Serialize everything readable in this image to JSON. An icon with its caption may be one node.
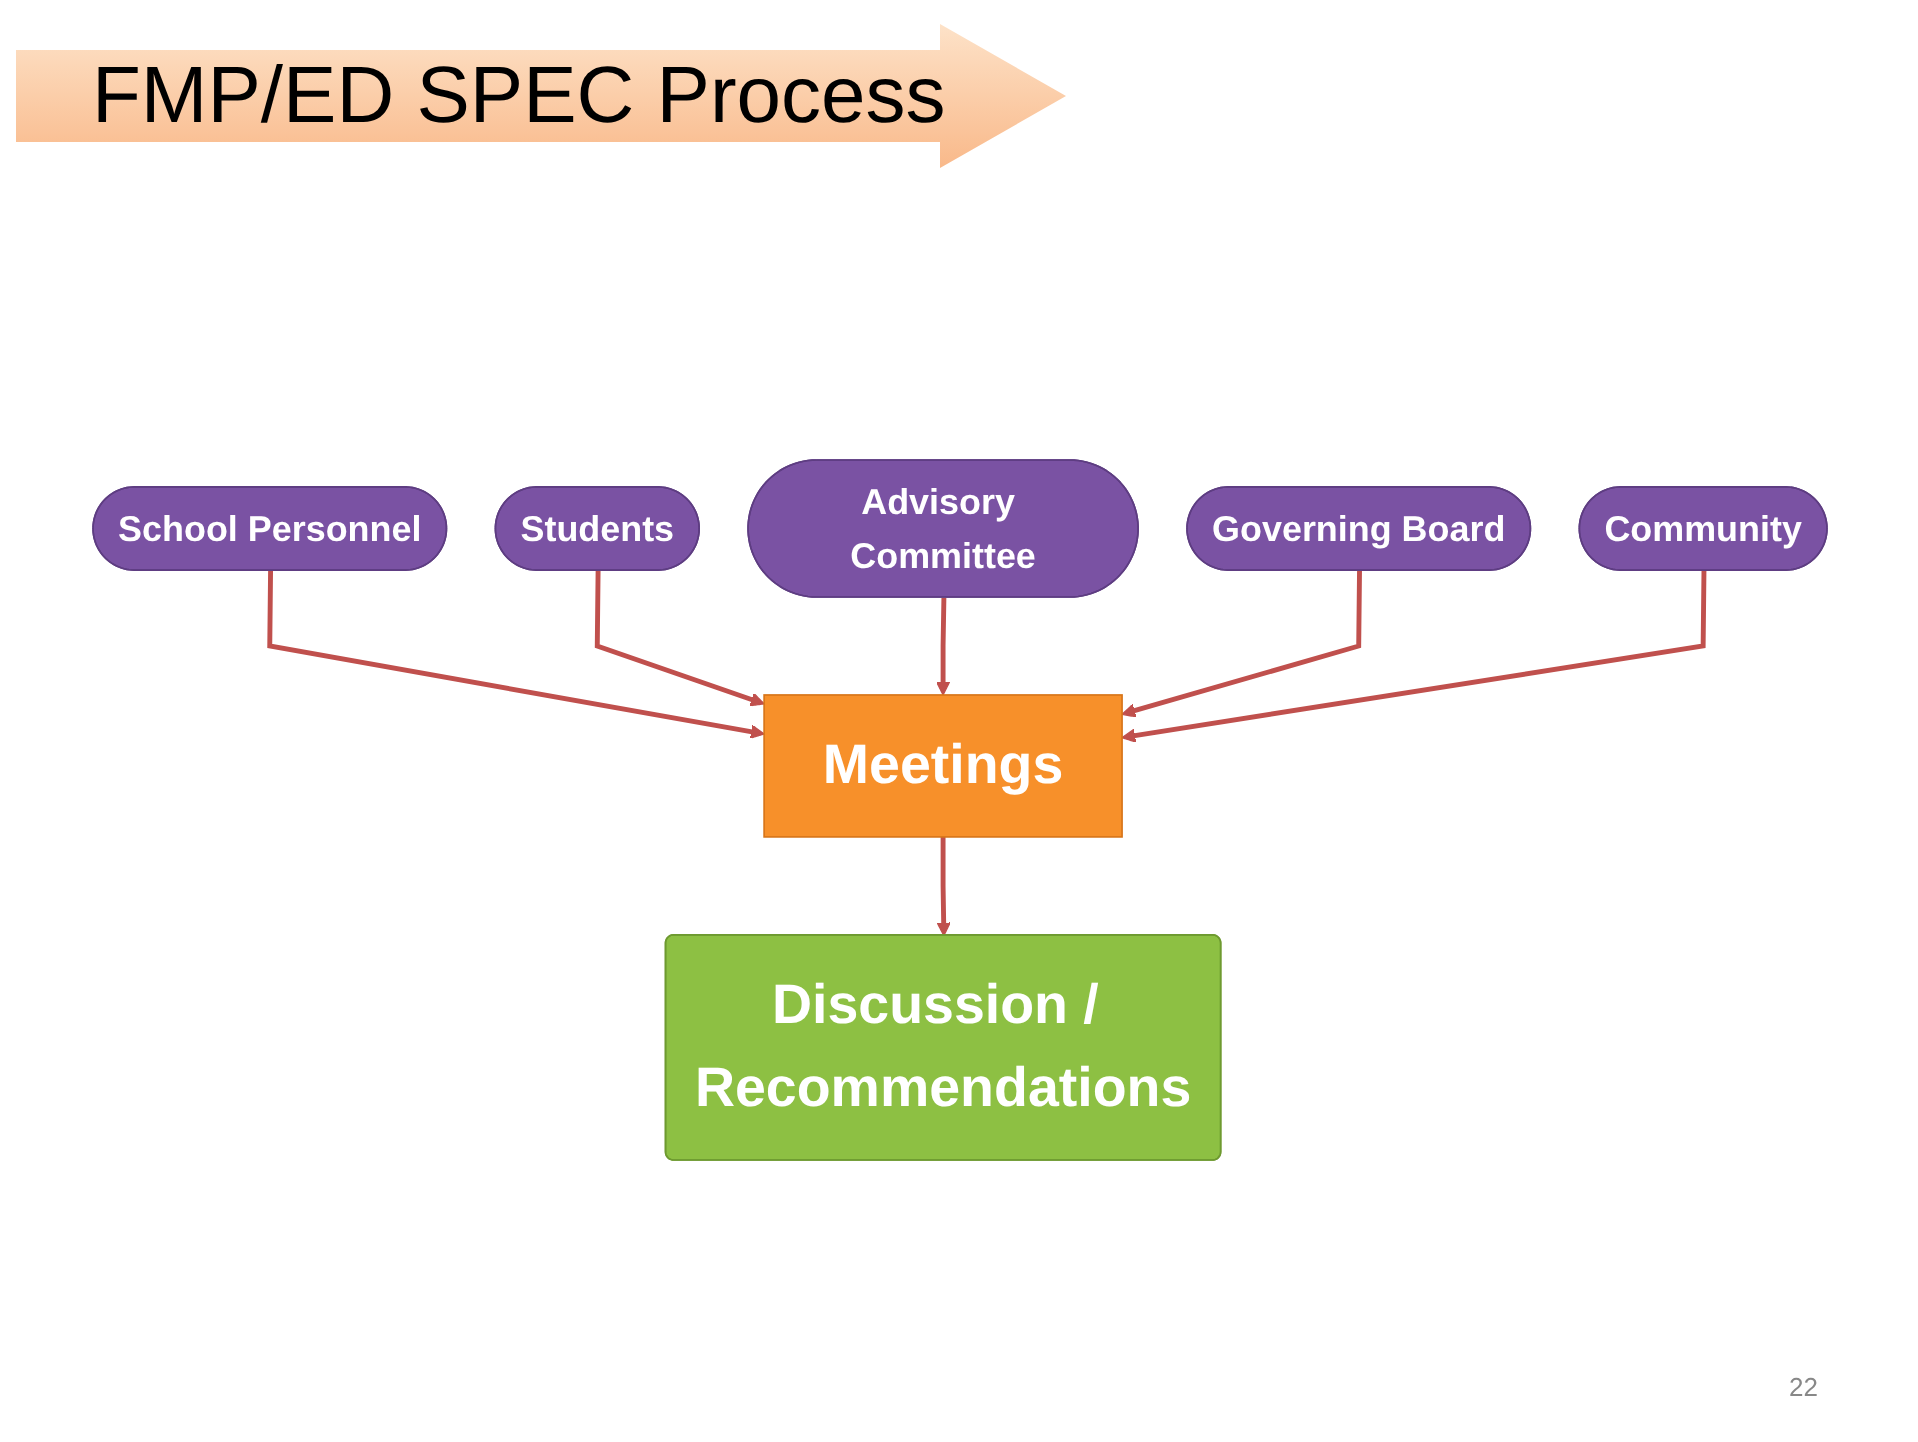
{
  "diagram": {
    "title": "FMP/ED SPEC Process",
    "nodes": [
      {
        "text": [
          "School Personnel"
        ]
      },
      {
        "text": [
          "Advisory Committee"
        ]
      },
      {
        "text": [
          "Community"
        ]
      },
      {
        "text": [
          "Students"
        ]
      },
      {
        "text": [
          "Governing Board"
        ]
      },
      {
        "text": [
          "Meetings"
        ]
      },
      {
        "text": [
          "Discussion / Recommendations"
        ]
      }
    ],
    "edges": [
      {
        "from": 0,
        "to": 5,
        "arrow": "to"
      },
      {
        "from": 3,
        "to": 5,
        "arrow": "to"
      },
      {
        "from": 1,
        "to": 5,
        "arrow": "to"
      },
      {
        "from": 4,
        "to": 5,
        "arrow": "to"
      },
      {
        "from": 2,
        "to": 5,
        "arrow": "to"
      },
      {
        "from": 5,
        "to": 6,
        "arrow": "to"
      }
    ],
    "labels": [
      "22"
    ]
  }
}
